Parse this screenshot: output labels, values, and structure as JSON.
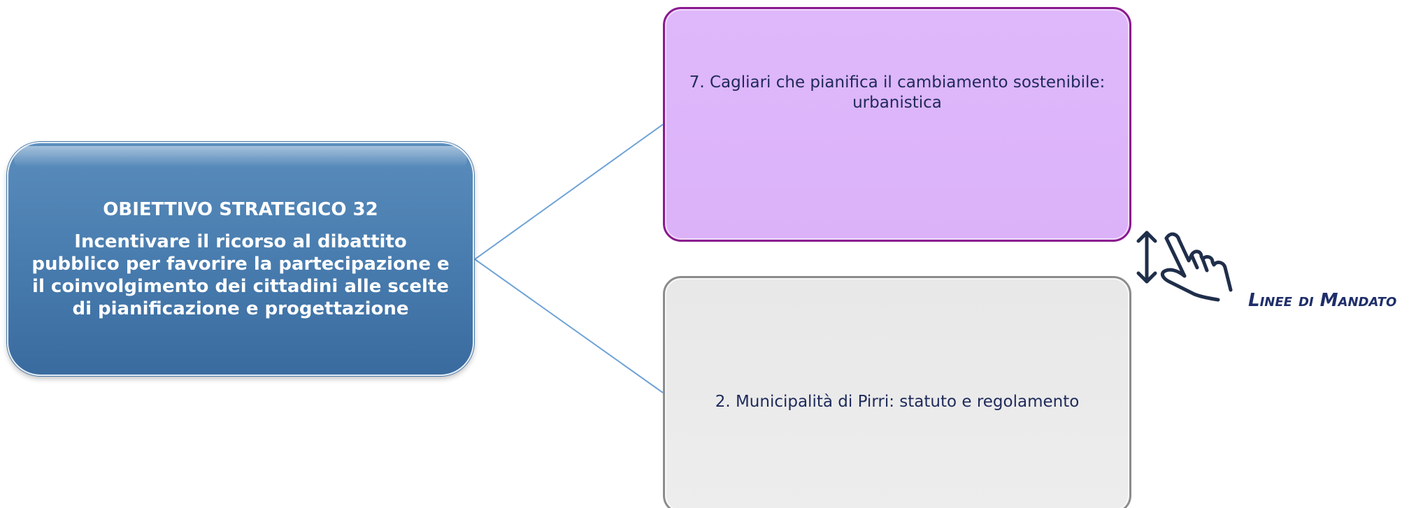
{
  "main_box": {
    "title": "OBIETTIVO STRATEGICO 32",
    "text": "Incentivare il ricorso al dibattito pubblico per favorire la partecipazione e il coinvolgimento dei cittadini alle scelte di pianificazione e progettazione"
  },
  "linked_items": [
    {
      "label": "7. Cagliari che pianifica il cambiamento sostenibile: urbanistica"
    },
    {
      "label": "2. Municipalità di Pirri: statuto e regolamento"
    }
  ],
  "side_label": {
    "text": "Linee di Mandato"
  },
  "icons": {
    "gesture": "swipe-vertical-hand-icon"
  },
  "colors": {
    "main_box": "#4a7eb0",
    "purple_box": "#ddb5fa",
    "purple_border": "#8a1a8e",
    "gray_box": "#ebebeb",
    "connector": "#6fa3d6",
    "text_dark": "#1e2a5a"
  }
}
